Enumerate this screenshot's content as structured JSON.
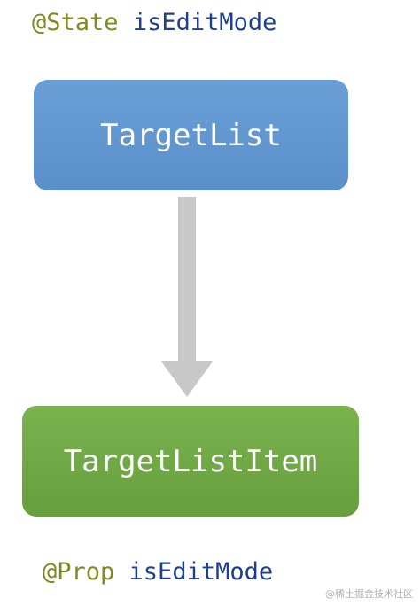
{
  "state_annotation": {
    "decorator": "@State",
    "variable": "isEditMode"
  },
  "parent_component": {
    "label": "TargetList",
    "color": "#6a9fd6"
  },
  "child_component": {
    "label": "TargetListItem",
    "color": "#7ab24e"
  },
  "prop_annotation": {
    "decorator": "@Prop",
    "variable": "isEditMode"
  },
  "arrow": {
    "color": "#c8c8c8",
    "direction": "down"
  },
  "watermark": "@稀土掘金技术社区"
}
